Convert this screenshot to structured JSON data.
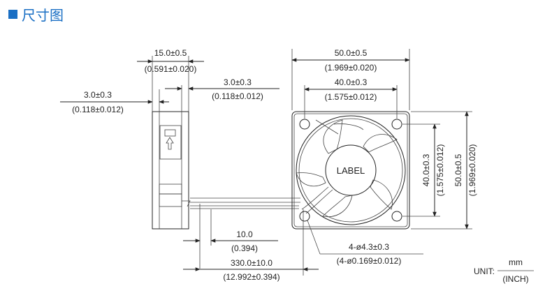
{
  "header": {
    "title": "尺寸图",
    "accent_color": "#1a6fc4"
  },
  "side_view": {
    "depth_mm": "15.0±0.5",
    "depth_in": "(0.591±0.020)",
    "flange_left_mm": "3.0±0.3",
    "flange_left_in": "(0.118±0.012)",
    "flange_right_mm": "3.0±0.3",
    "flange_right_in": "(0.118±0.012)",
    "airflow_icon": "up-arrow-icon"
  },
  "front_view": {
    "width_mm": "50.0±0.5",
    "width_in": "(1.969±0.020)",
    "hole_spacing_mm": "40.0±0.3",
    "hole_spacing_in": "(1.575±0.012)",
    "height_spacing_mm": "40.0±0.3",
    "height_spacing_in": "(1.575±0.012)",
    "height_mm": "50.0±0.5",
    "height_in": "(1.969±0.020)",
    "label": "LABEL",
    "holes_mm": "4-ø4.3±0.3",
    "holes_in": "(4-ø0.169±0.012)"
  },
  "leads": {
    "strip_mm": "10.0",
    "strip_in": "(0.394)",
    "length_mm": "330.0±10.0",
    "length_in": "(12.992±0.394)"
  },
  "unit": {
    "label": "UNIT:",
    "numerator": "mm",
    "denominator": "(INCH)"
  }
}
